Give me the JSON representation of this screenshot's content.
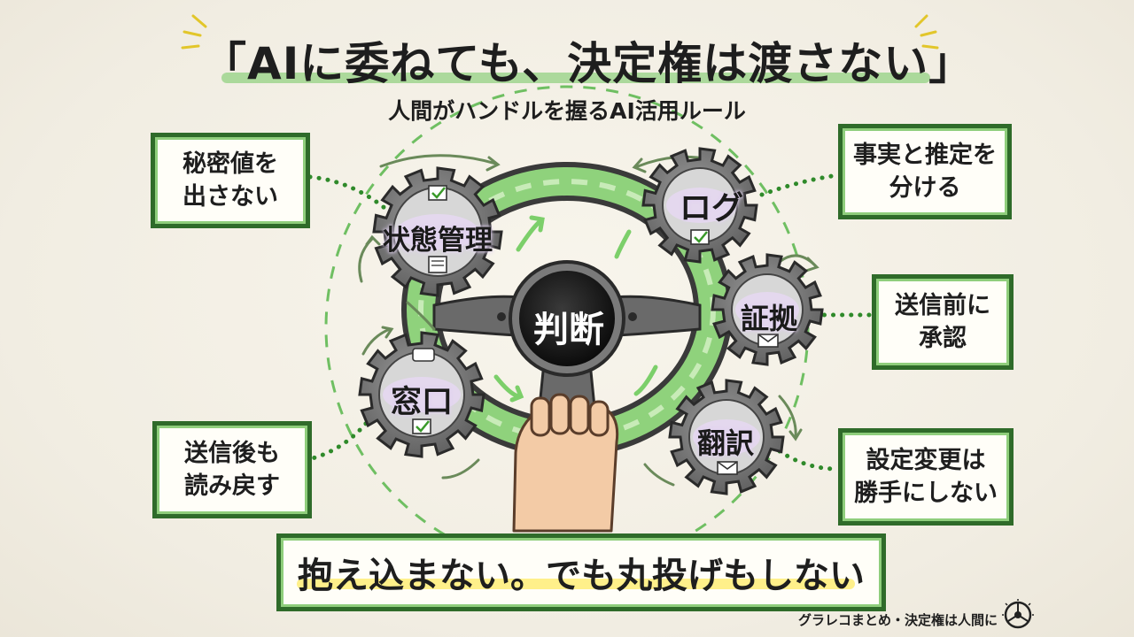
{
  "title": "「AIに委ねても、決定権は渡さない」",
  "subtitle": "人間がハンドルを握るAI活用ルール",
  "hub": {
    "label": "判断"
  },
  "gears": [
    {
      "id": "state",
      "label": "状態管理"
    },
    {
      "id": "log",
      "label": "ログ"
    },
    {
      "id": "evidence",
      "label": "証拠"
    },
    {
      "id": "window",
      "label": "窓口"
    },
    {
      "id": "translation",
      "label": "翻訳"
    }
  ],
  "rules": [
    {
      "id": "secrets",
      "lines": [
        "秘密値を",
        "出さない"
      ]
    },
    {
      "id": "fact",
      "lines": [
        "事実と推定を",
        "分ける"
      ]
    },
    {
      "id": "approve",
      "lines": [
        "送信前に",
        "承認"
      ]
    },
    {
      "id": "reread",
      "lines": [
        "送信後も",
        "読み戻す"
      ]
    },
    {
      "id": "settings",
      "lines": [
        "設定変更は",
        "勝手にしない"
      ]
    }
  ],
  "bottom_message": "抱え込まない。でも丸投げもしない",
  "footer": "グラレコまとめ・決定権は人間に",
  "colors": {
    "accent_green": "#2f6b2a",
    "light_green": "#8fce7c",
    "gear_gray": "#6e6e6e",
    "label_glow": "#dccaf0",
    "highlight_yellow": "#fff08a"
  }
}
